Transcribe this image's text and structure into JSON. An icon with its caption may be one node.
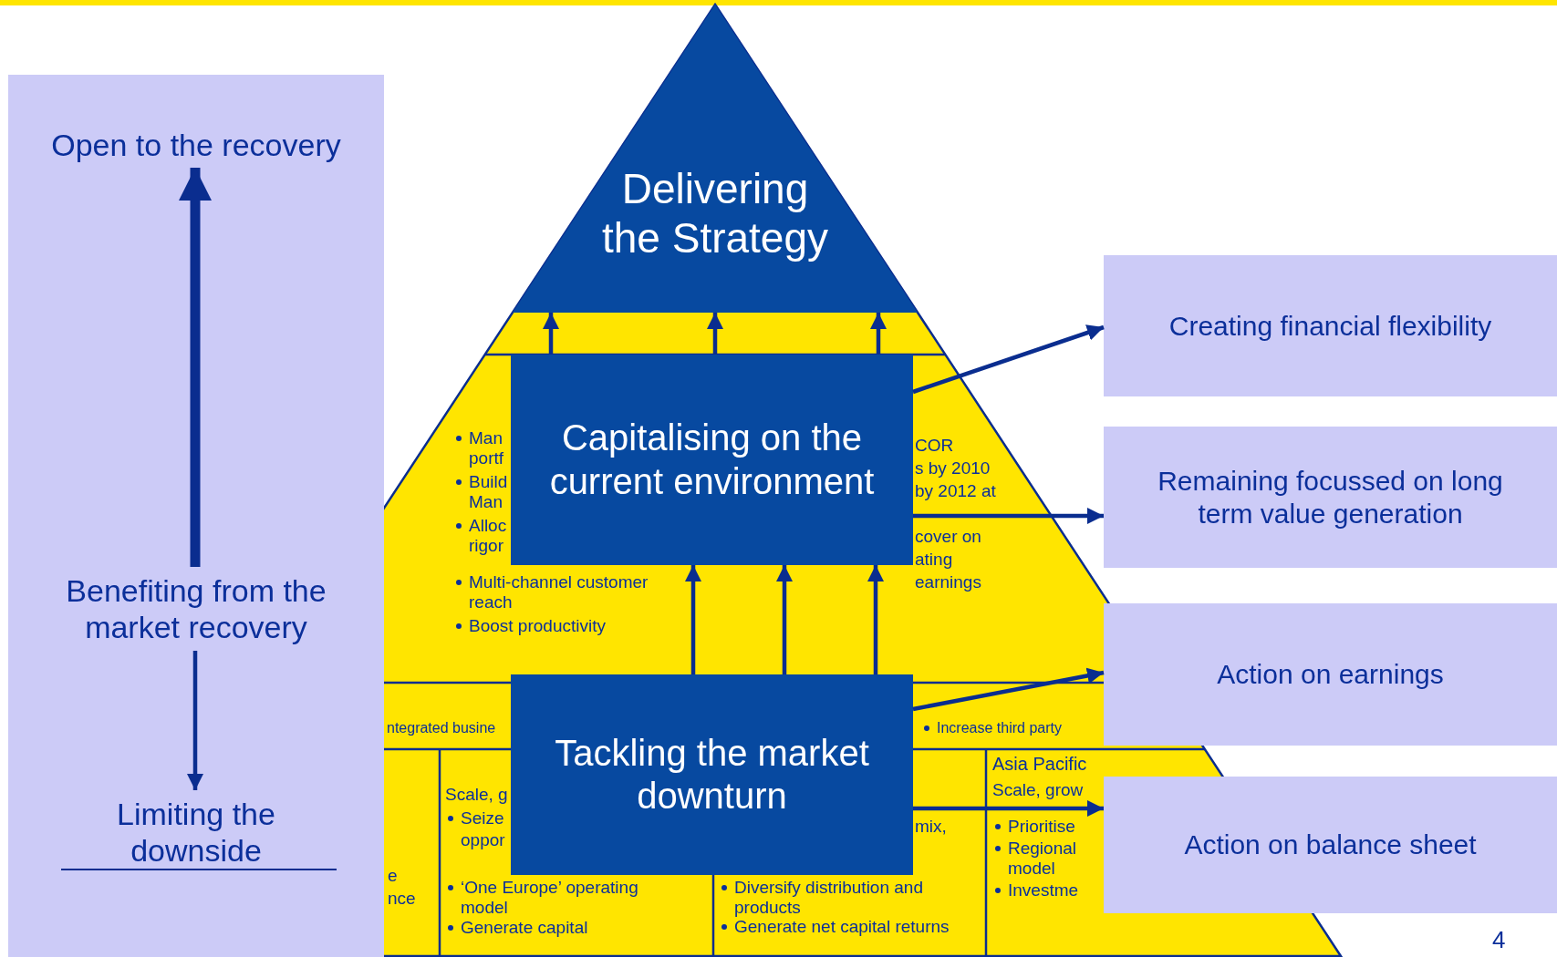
{
  "diagram": {
    "nodes": [
      {
        "text": [],
        "shape": "box"
      },
      {
        "text": [
          "Open to the recovery"
        ],
        "in": 0
      },
      {
        "text": [
          "Benefiting from the market recovery"
        ],
        "in": 0
      },
      {
        "text": [
          "Limiting the downside"
        ],
        "in": 0
      },
      {
        "text": [
          "Delivering the Strategy"
        ]
      },
      {
        "text": [
          "Capitalising on the current environment"
        ]
      },
      {
        "text": [
          "Tackling the market downturn"
        ]
      },
      {
        "text": [
          "Creating financial flexibility"
        ]
      },
      {
        "text": [
          "Remaining focussed on long term value generation"
        ]
      },
      {
        "text": [
          "Action on earnings"
        ]
      },
      {
        "text": [
          "Action on balance sheet"
        ]
      }
    ],
    "edges": [
      {
        "from": 2,
        "to": 1,
        "arrow": "to",
        "style": "thick"
      },
      {
        "from": 2,
        "to": 3,
        "arrow": "to"
      },
      {
        "from": 5,
        "to": 4,
        "arrow": "to"
      },
      {
        "from": 5,
        "to": 4,
        "arrow": "to"
      },
      {
        "from": 5,
        "to": 4,
        "arrow": "to"
      },
      {
        "from": 6,
        "to": 5,
        "arrow": "to"
      },
      {
        "from": 6,
        "to": 5,
        "arrow": "to"
      },
      {
        "from": 6,
        "to": 5,
        "arrow": "to"
      },
      {
        "from": 5,
        "to": 7,
        "arrow": "to"
      },
      {
        "from": 5,
        "to": 8,
        "arrow": "to"
      },
      {
        "from": 6,
        "to": 9,
        "arrow": "to"
      },
      {
        "from": 6,
        "to": 10,
        "arrow": "to"
      }
    ],
    "labels": [
      "Man portf",
      "Build Man",
      "Alloc rigor",
      "Multi-channel customer reach",
      "Boost productivity",
      "COR",
      "s by 2010",
      "by 2012 at",
      "cover on",
      "ating",
      "earnings",
      "ntegrated busine",
      "Increase third party",
      "e",
      "nce",
      "Scale, g",
      "Seize",
      "oppor",
      "‘One Europe’ operating model",
      "Generate capital",
      "mix,",
      "Diversify distribution and products",
      "Generate net capital returns",
      "Asia Pacific",
      "Scale, grow",
      "Prioritise",
      "Regional model",
      "Investme",
      "4"
    ]
  }
}
